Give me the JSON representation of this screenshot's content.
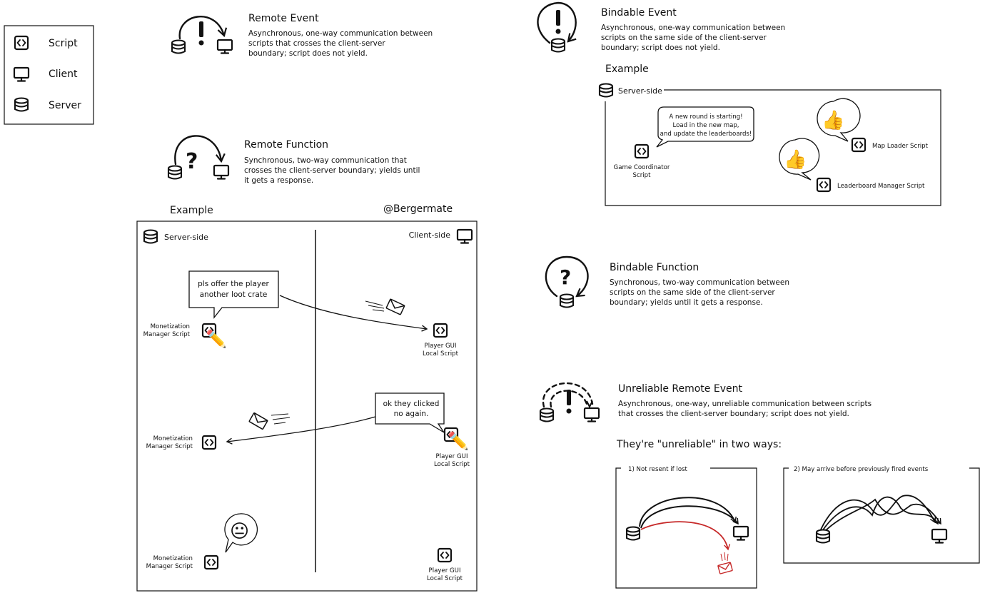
{
  "legend": {
    "items": [
      {
        "icon": "script-icon",
        "label": "Script"
      },
      {
        "icon": "client-icon",
        "label": "Client"
      },
      {
        "icon": "server-icon",
        "label": "Server"
      }
    ]
  },
  "remote_event": {
    "title": "Remote Event",
    "desc": [
      "Asynchronous, one-way communication between",
      "scripts that crosses the client-server",
      "boundary; script does not yield."
    ]
  },
  "remote_function": {
    "title": "Remote Function",
    "desc": [
      "Synchronous, two-way communication that",
      "crosses the client-server boundary; yields until",
      "it gets a response."
    ]
  },
  "bindable_event": {
    "title": "Bindable Event",
    "desc": [
      "Asynchronous, one-way communication between",
      "scripts on the same side of the client-server",
      "boundary; script does not yield."
    ]
  },
  "bindable_function": {
    "title": "Bindable Function",
    "desc": [
      "Synchronous, two-way communication between",
      "scripts on the same side of the client-server",
      "boundary; yields until it gets a response."
    ]
  },
  "unreliable_remote_event": {
    "title": "Unreliable Remote Event",
    "desc": [
      "Asynchronous, one-way, unreliable communication between scripts",
      "that crosses the client-server boundary; script does not yield."
    ],
    "ways_heading": "They're \"unreliable\" in two ways:",
    "way1": "1) Not resent if lost",
    "way2": "2) May arrive before previously fired events"
  },
  "bindable_example": {
    "heading": "Example",
    "panel_label": "Server-side",
    "bubble": [
      "A new round is starting!",
      "Load in the new map,",
      "and update the leaderboards!"
    ],
    "game_coordinator": [
      "Game Coordinator",
      "Script"
    ],
    "map_loader": "Map Loader Script",
    "leaderboard_manager": "Leaderboard Manager Script",
    "thumbs_emoji": "👍"
  },
  "remote_example": {
    "heading": "Example",
    "author": "@Bergermate",
    "server_label": "Server-side",
    "client_label": "Client-side",
    "bubble1": [
      "pls offer the player",
      "another loot crate"
    ],
    "bubble2": [
      "ok they clicked",
      "no again."
    ],
    "monetization": [
      "Monetization",
      "Manager Script"
    ],
    "player_gui": [
      "Player GUI",
      "Local Script"
    ],
    "pencil_emoji": "✏️",
    "neutral_emoji": "😐"
  }
}
